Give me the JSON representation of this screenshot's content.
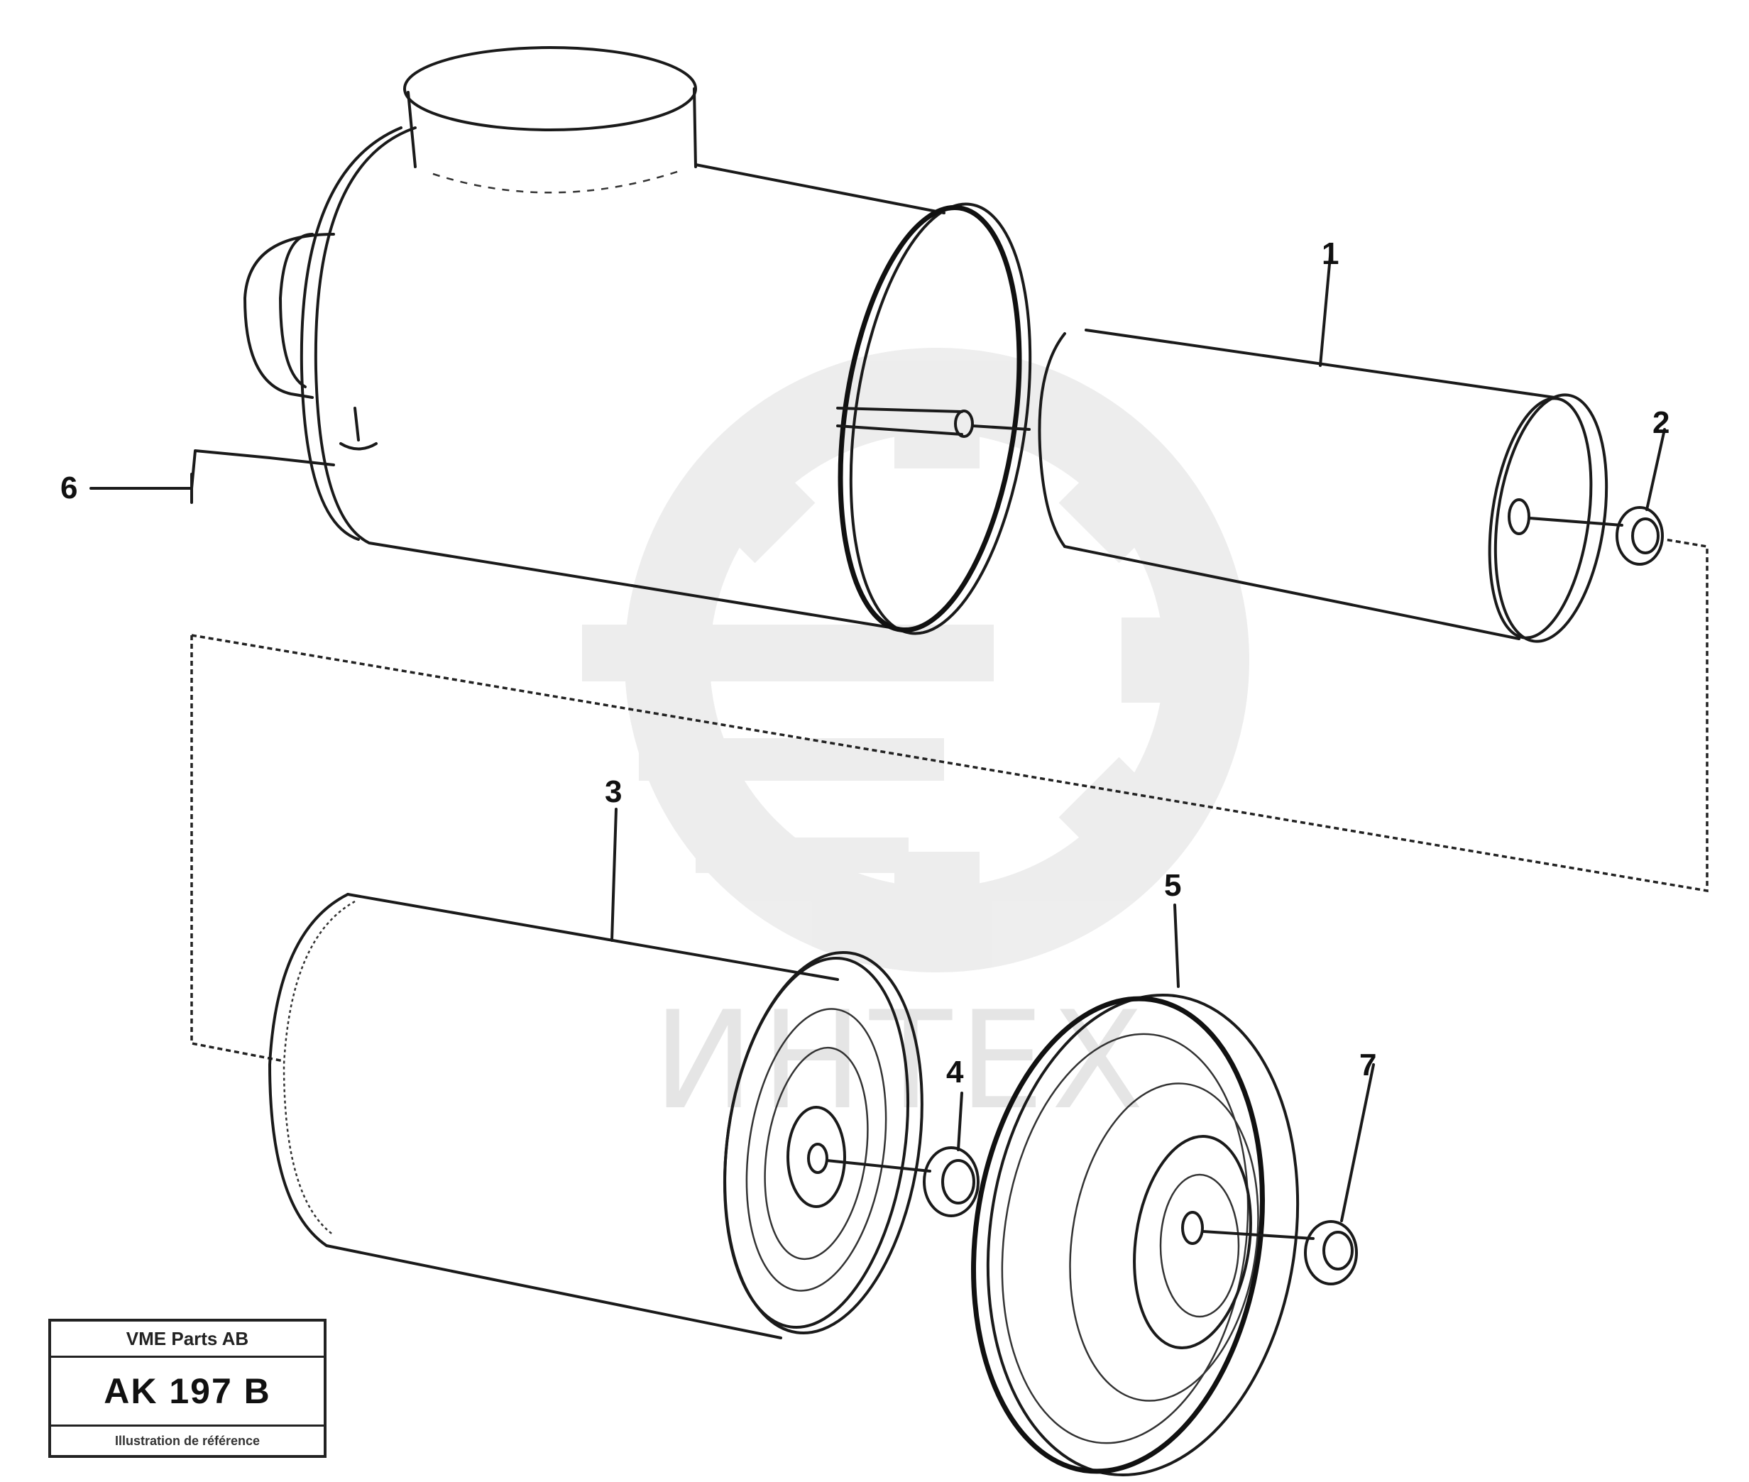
{
  "callouts": {
    "c1": "1",
    "c2": "2",
    "c3": "3",
    "c4": "4",
    "c5": "5",
    "c6": "6",
    "c7": "7"
  },
  "watermark": {
    "text": "ИНТЕХ",
    "icon": "gear-wrench-logo-icon"
  },
  "stamp": {
    "company": "VME Parts AB",
    "code": "AK 197 B",
    "footer": "Illustration de référence"
  },
  "colors": {
    "line": "#1a1a1a",
    "watermark": "#e5e5e5",
    "background": "#ffffff"
  }
}
